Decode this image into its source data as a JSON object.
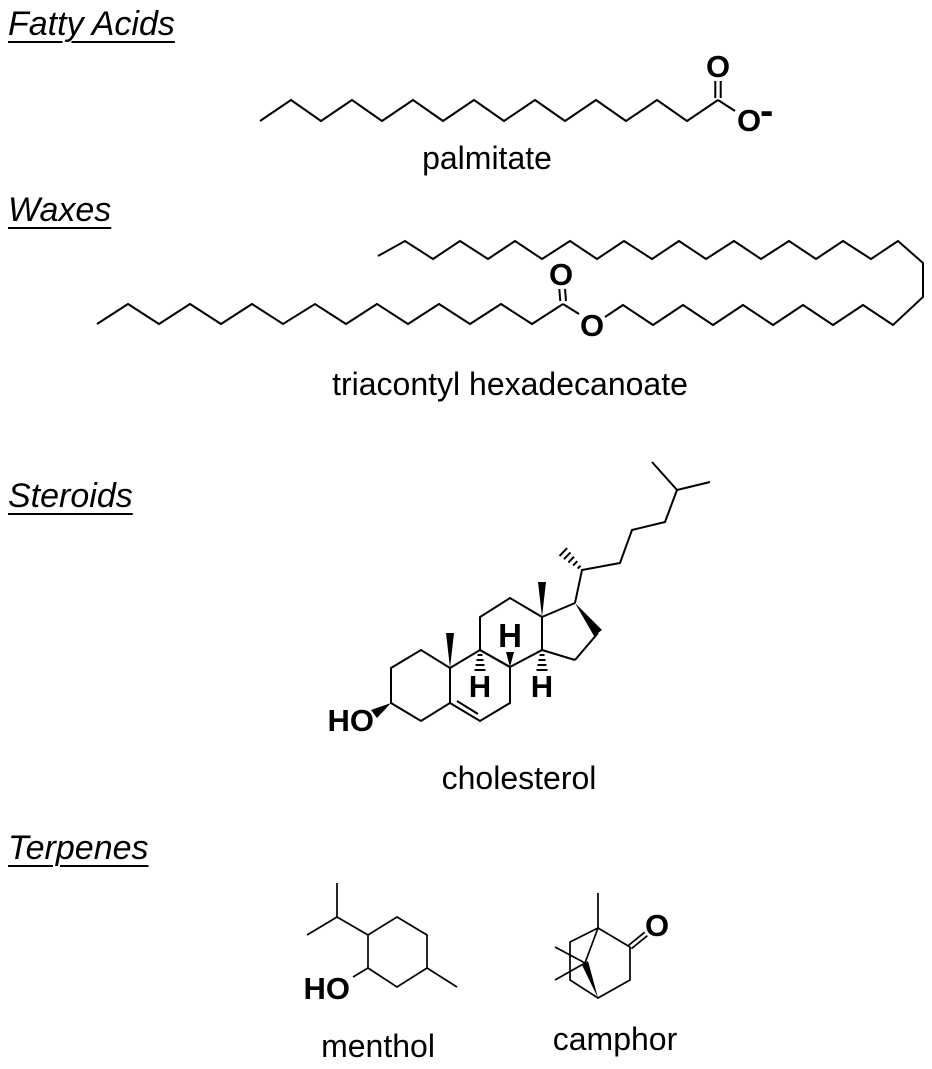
{
  "figure": {
    "background": "#ffffff",
    "ink": "#000000",
    "description_visible_text_only": true
  },
  "sections": [
    {
      "title": "Fatty Acids",
      "molecules": [
        {
          "name": "palmitate",
          "atoms": {
            "carbonyl_o": "O",
            "carboxylate_o": "O",
            "charge": "-"
          }
        }
      ]
    },
    {
      "title": "Waxes",
      "molecules": [
        {
          "name": "triacontyl hexadecanoate",
          "atoms": {
            "carbonyl_o": "O",
            "ester_o": "O"
          }
        }
      ]
    },
    {
      "title": "Steroids",
      "molecules": [
        {
          "name": "cholesterol",
          "atoms": {
            "hydroxyl": "HO",
            "h_c8": "H",
            "h_c9": "H",
            "h_c14": "H"
          }
        }
      ]
    },
    {
      "title": "Terpenes",
      "molecules": [
        {
          "name": "menthol",
          "atoms": {
            "hydroxyl": "HO"
          }
        },
        {
          "name": "camphor",
          "atoms": {
            "ketone_o": "O"
          }
        }
      ]
    }
  ]
}
